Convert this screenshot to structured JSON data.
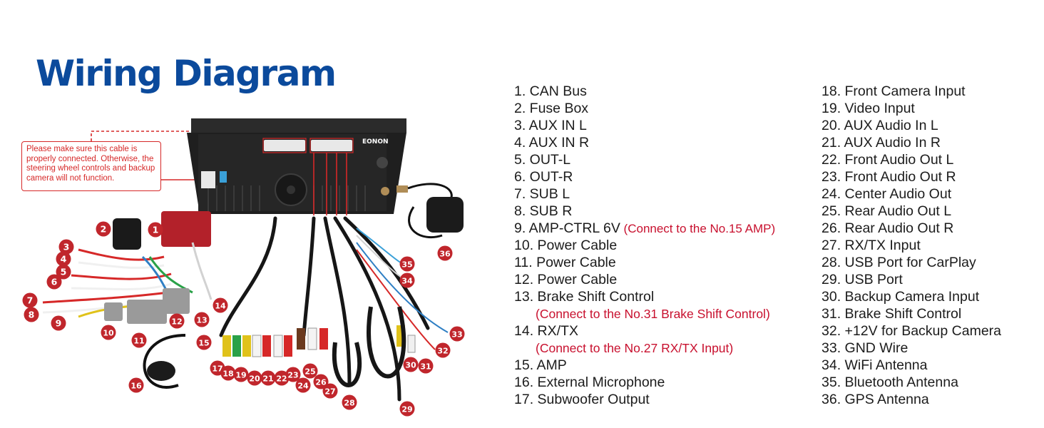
{
  "title": "Wiring Diagram",
  "callout": "Please make sure this cable is properly connected. Otherwise, the steering wheel controls and backup camera will not function.",
  "brand": "EONON",
  "legend_left": [
    {
      "text": "1. CAN Bus"
    },
    {
      "text": "2. Fuse Box"
    },
    {
      "text": "3. AUX IN L"
    },
    {
      "text": "4. AUX IN R"
    },
    {
      "text": "5. OUT-L"
    },
    {
      "text": "6. OUT-R"
    },
    {
      "text": "7. SUB L"
    },
    {
      "text": "8. SUB R"
    },
    {
      "text": "9. AMP-CTRL 6V",
      "note": "(Connect to the No.15 AMP)"
    },
    {
      "text": "10. Power Cable"
    },
    {
      "text": "11. Power Cable"
    },
    {
      "text": "12. Power Cable"
    },
    {
      "text": "13. Brake Shift Control"
    },
    {
      "subnote": "(Connect to the No.31 Brake Shift Control)"
    },
    {
      "text": "14. RX/TX"
    },
    {
      "subnote": "(Connect to the No.27 RX/TX Input)"
    },
    {
      "text": "15. AMP"
    },
    {
      "text": "16. External Microphone"
    },
    {
      "text": "17. Subwoofer Output"
    }
  ],
  "legend_right": [
    "18. Front Camera Input",
    "19. Video Input",
    "20. AUX Audio In L",
    "21. AUX Audio In R",
    "22. Front Audio Out L",
    "23. Front Audio Out R",
    "24. Center Audio Out",
    "25. Rear Audio Out L",
    "26. Rear Audio Out R",
    "27. RX/TX Input",
    "28. USB Port for CarPlay",
    "29. USB Port",
    "30. Backup Camera Input",
    "31. Brake Shift Control",
    "32. +12V for Backup Camera",
    "33. GND Wire",
    "34. WiFi Antenna",
    "35. Bluetooth Antenna",
    "36. GPS Antenna"
  ],
  "badges": [
    "1",
    "2",
    "3",
    "4",
    "5",
    "6",
    "7",
    "8",
    "9",
    "10",
    "11",
    "12",
    "13",
    "14",
    "15",
    "16",
    "17",
    "18",
    "19",
    "20",
    "21",
    "22",
    "23",
    "24",
    "25",
    "26",
    "27",
    "28",
    "29",
    "30",
    "31",
    "32",
    "33",
    "34",
    "35",
    "36"
  ],
  "colors": {
    "title": "#0b4a9c",
    "badge": "#c0262c",
    "note": "#c8102e"
  }
}
